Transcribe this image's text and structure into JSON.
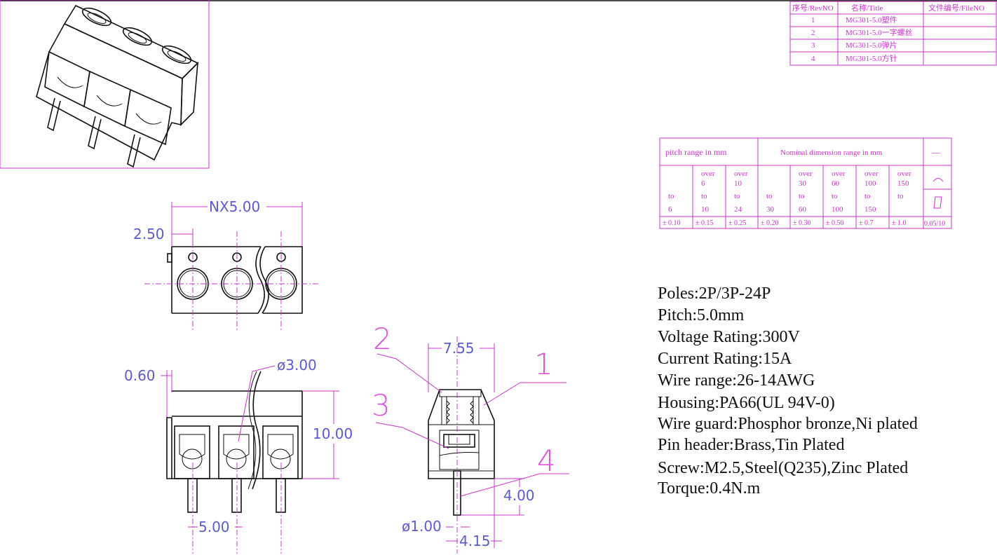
{
  "revision_table": {
    "headers": [
      "序号/RevNO",
      "名称/Title",
      "文件编号/FileNO"
    ],
    "rows": [
      {
        "no": "1",
        "title": "MG301-5.0塑件",
        "file": ""
      },
      {
        "no": "2",
        "title": "MG301-5.0一字螺丝",
        "file": ""
      },
      {
        "no": "3",
        "title": "MG301-5.0弹片",
        "file": ""
      },
      {
        "no": "4",
        "title": "MG301-5.0方针",
        "file": ""
      }
    ]
  },
  "tolerance_table": {
    "pitch_header": "pitch range in mm",
    "nominal_header": "Nominal dimension range in mm",
    "dash": "—",
    "columns": [
      {
        "over": "",
        "from": "",
        "to": "to",
        "upper": "6",
        "tol": "± 0.10"
      },
      {
        "over": "over",
        "from": "6",
        "to": "to",
        "upper": "10",
        "tol": "± 0.15"
      },
      {
        "over": "over",
        "from": "10",
        "to": "to",
        "upper": "24",
        "tol": "± 0.25"
      },
      {
        "over": "",
        "from": "",
        "to": "to",
        "upper": "30",
        "tol": "± 0.20"
      },
      {
        "over": "over",
        "from": "30",
        "to": "to",
        "upper": "60",
        "tol": "± 0.30"
      },
      {
        "over": "over",
        "from": "60",
        "to": "to",
        "upper": "100",
        "tol": "± 0.50"
      },
      {
        "over": "over",
        "from": "100",
        "to": "to",
        "upper": "150",
        "tol": "± 0.7"
      },
      {
        "over": "over",
        "from": "150",
        "to": "to",
        "upper": "",
        "tol": "± 1.0"
      }
    ],
    "angle_tol": "0.05/10"
  },
  "dimensions": {
    "pitch_total": "NX5.00",
    "edge_offset": "2.50",
    "pin_offset": "0.60",
    "hole_dia": "ø3.00",
    "height": "10.00",
    "pin_pitch": "5.00",
    "depth": "7.55",
    "pin_len": "4.00",
    "pin_dia": "ø1.00",
    "pin_pos": "4.15"
  },
  "callouts": [
    "1",
    "2",
    "3",
    "4"
  ],
  "specs": [
    "Poles:2P/3P-24P",
    "Pitch:5.0mm",
    "Voltage Rating:300V",
    "Current Rating:15A",
    "Wire range:26-14AWG",
    "Housing:PA66(UL 94V-0)",
    "Wire guard:Phosphor bronze,Ni plated",
    "Pin header:Brass,Tin Plated",
    "Screw:M2.5,Steel(Q235),Zinc Plated",
    "Torque:0.4N.m"
  ],
  "colors": {
    "accent": "#cc33cc",
    "dimension_text": "#5b5bd6",
    "callout_text": "#e055e0",
    "line": "#111111"
  }
}
